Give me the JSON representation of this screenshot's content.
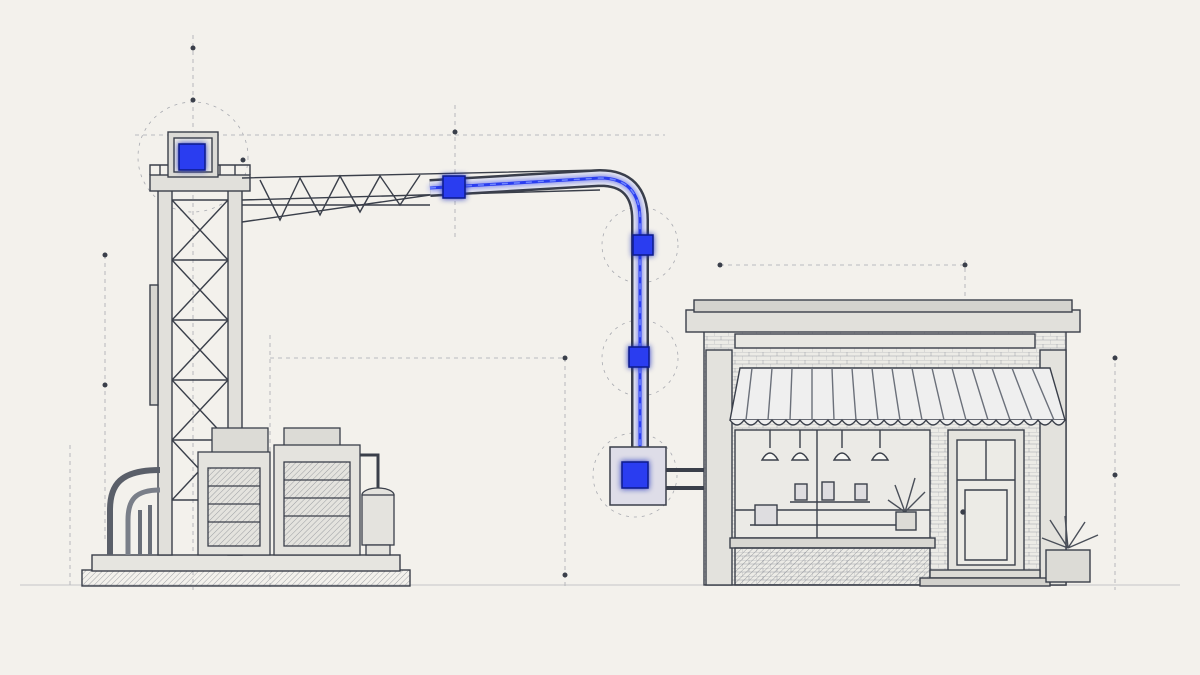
{
  "colors": {
    "paper": "#f3f1ec",
    "ink": "#3a3f4a",
    "ink_light": "#8a8f9a",
    "guide": "#a8aab0",
    "accent": "#2a3cf0",
    "accent_glow": "#6f86ff",
    "awning_stripe": "#dcdcde"
  },
  "icons": {
    "node": "square-node-icon",
    "plant": "lamp-pendant-icon"
  },
  "scene": {
    "left_structure": "industrial-gantry-with-server-racks",
    "right_structure": "storefront-shop",
    "connector": "glowing-pipe-with-data-nodes"
  }
}
